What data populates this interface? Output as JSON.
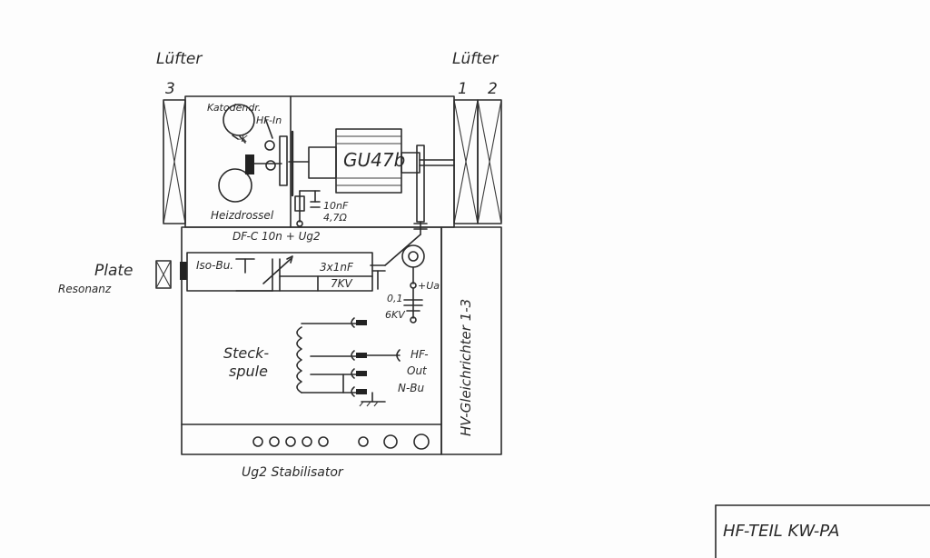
{
  "title_block": {
    "text": "HF-TEIL  KW-PA"
  },
  "fans": {
    "left_label": "Lüfter",
    "right_label": "Lüfter",
    "left_number": "3",
    "right_number_1": "1",
    "right_number_2": "2"
  },
  "tube_compartment": {
    "cathode_label": "Katodendr.",
    "hf_in_label": "HF-In",
    "k_label": "-K",
    "heater_choke_label": "Heizdrossel",
    "tube_label": "GU47b",
    "cap_label": "10nF",
    "res_label": "4,7Ω",
    "df_label": "DF-C 10n + Ug2"
  },
  "side_labels": {
    "plate_label": "Plate",
    "resonance_label": "Resonanz",
    "hv_rectifier": "HV-Gleichrichter 1-3",
    "stabilizer": "Ug2 Stabilisator"
  },
  "output_section": {
    "iso_label": "Iso-Bu.",
    "caps_label": "3x1nF",
    "kv7_label": "7KV",
    "ua_label": "+Ua",
    "cap01_label": "0,1",
    "kv6_label": "6KV",
    "coil_label_1": "Steck-",
    "coil_label_2": "spule",
    "hf_label": "HF-",
    "out_label": "Out",
    "nbu_label": "N-Bu"
  }
}
